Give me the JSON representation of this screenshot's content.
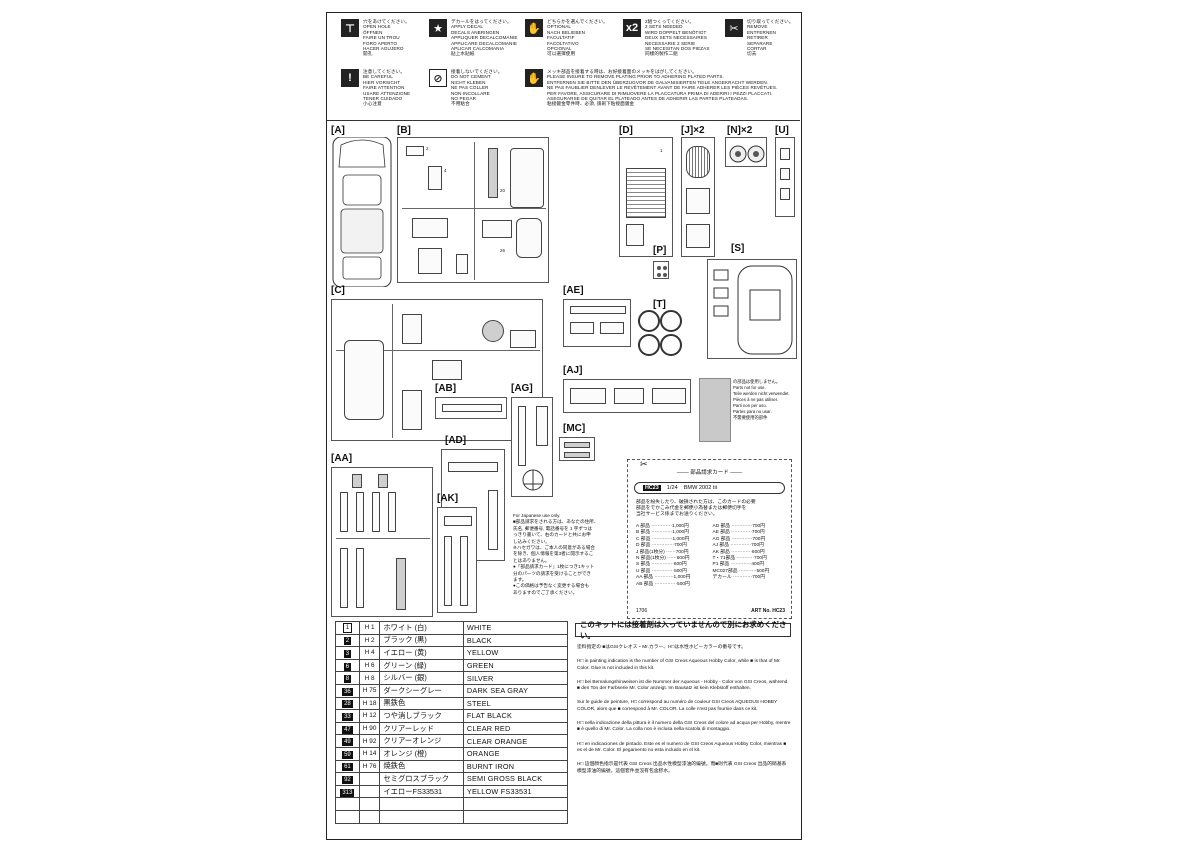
{
  "legend": [
    {
      "icon": "drill-icon",
      "glyph": "⊤",
      "lines": [
        "穴をあけてください。",
        "OPEN HOLE",
        "ÖFFNEN",
        "FAIRE UN TROU",
        "FORO APERTO",
        "HACER AGUJERO",
        "開孔"
      ]
    },
    {
      "icon": "decal-star-icon",
      "glyph": "★",
      "lines": [
        "デカールをはってください。",
        "APPLY DECAL",
        "DECALS ANBRINGEN",
        "APPLIQUER DECALCOMANIE",
        "APPLICARE DECALCOMANIE",
        "APLICAR CALCOMANIA",
        "貼上水貼紙"
      ]
    },
    {
      "icon": "optional-icon",
      "glyph": "✋",
      "lines": [
        "どちらかを選んでください。",
        "OPTIONAL",
        "NACH BELIEBEN",
        "FACULTATIF",
        "FACOLTATIVO",
        "OPCIONAL",
        "可以選擇使用"
      ]
    },
    {
      "icon": "x2-icon",
      "glyph": "x2",
      "lines": [
        "2組つくってください。",
        "2 SETS NEEDED",
        "WIRD DOPPELT BENÖTIGT",
        "DEUX SETS NECESSAIRES",
        "NECESSARIE 2 SERIE",
        "SE NECESITAN DOS PIEZAS",
        "同樣的製作二組"
      ]
    },
    {
      "icon": "cut-icon",
      "glyph": "✂",
      "lines": [
        "切り取ってください。",
        "REMOVE",
        "ENTFERNEN",
        "RETIRER",
        "SEPARARE",
        "CORTAR",
        "切去"
      ]
    },
    {
      "icon": "careful-icon",
      "glyph": "!",
      "lines": [
        "注意してください。",
        "BE CAREFUL",
        "HIER VORSICHT",
        "FAIRE ATTENTION",
        "USARE ATTENZIONE",
        "TENER CUIDADO",
        "小心注意"
      ]
    },
    {
      "icon": "no-cement-icon",
      "glyph": "⊘",
      "lines": [
        "接着しないでください。",
        "DO NOT CEMENT",
        "NICHT KLEBEN",
        "NE PAS COLLER",
        "NON INCOLLARE",
        "NO PEGAR",
        "不用粘合"
      ]
    },
    {
      "icon": "plating-icon",
      "glyph": "✋",
      "lines": [
        "メッキ部品を接着する時は、お好接着面のメッキをはがしてください。",
        "PLEASE INSURE TO REMOVE PLATING PRIOR TO ADHERING PLATED PARTS.",
        "ENTFERNEN SIE BITTE DEN ÜBERZUGVOR DE GALVANISIERTEN TEILE ANGEKRACHT WERDEN.",
        "NE PAS FAUBLIER DENLEVER LE REVÊTEMENT AVANT DE FAIRE ADHERER LES PIÈCES REVÊTUES.",
        "PER FAVORE, ASSICURARE DI RIMUOVERE LA PLACCATURA PRIMA DI ADERIRI I PEZZI PLACCATI.",
        "ASEGURARSE DE QUITAR EL PLATEADO ANTES DE ADHERIR LAS PARTES PLATEADAS.",
        "粘接鍍金零件時、必須, 請剝下粘接面鍍金"
      ]
    }
  ],
  "trees": {
    "A": "[A]",
    "B": "[B]",
    "D": "[D]",
    "J": "[J]×2",
    "N": "[N]×2",
    "U": "[U]",
    "C": "[C]",
    "AE": "[AE]",
    "P": "[P]",
    "S": "[S]",
    "T": "[T]",
    "AJ": "[AJ]",
    "AB": "[AB]",
    "AG": "[AG]",
    "MC": "[MC]",
    "AD": "[AD]",
    "AA": "[AA]",
    "AK": "[AK]"
  },
  "not_used": [
    "の部品は使用しません。",
    "Parts not for use.",
    "Teile werden nicht verwendet.",
    "Pièces à ne pas utiliser.",
    "Parti non per uso.",
    "Partes para no usar.",
    "不需要使用的部件"
  ],
  "japanese_note": {
    "heading": "For Japanese use only.",
    "lines": [
      "■部品請求をされる方は、あなたの住所、",
      "氏名, 郵便番号, 電話番号を 1 字ずつは",
      "っきり書いて、右のカードと共にお申",
      "し込みください。",
      "※ハセガワは、ご本人の同意がある場合",
      "を除き、個人情報を第3者に開示するこ",
      "とはありません。",
      "●「部品請求カード」1枚につき1キット",
      "分のパーツの請求を受けることができ",
      "ます。",
      "●この価格は予告なく変更する場合も",
      "ありますのでご了承ください。"
    ]
  },
  "card": {
    "title": "─── 部品請求カード ───",
    "code": "HC23",
    "scale": "1/24",
    "model": "BMW 2002 tii",
    "intro": [
      "部品を紛失したり、破損された方は、このカードの必要",
      "部品をでかこみ代金を郵便小為替または郵便切手を",
      "当社サービス係までお送りください。"
    ],
    "prices": [
      "A 部品 ·············1,000円",
      "AD 部品 ·············700円",
      "B 部品 ·············1,000円",
      "AE 部品 ·············700円",
      "C 部品 ·············1,000円",
      "AG 部品 ·············700円",
      "D 部品 ··············700円",
      "AJ 部品 ·············700円",
      "J 部品(1枚分) ······700円",
      "AK 部品 ·············600円",
      "N 部品(1枚分) ······600円",
      "T・71部品 ···········700円",
      "S 部品 ··············600円",
      "P1 部品 ·············400円",
      "U 部品 ··············500円",
      "MC027部品 ···········500円",
      "AA 部品 ············1,000円",
      "デカール ············700円",
      "AB 部品 ··············500円",
      ""
    ],
    "date": "1706",
    "art_no": "ART No. HC23"
  },
  "paints": [
    {
      "no": "1",
      "h": "H 1",
      "jp": "ホワイト (白)",
      "en": "WHITE",
      "outline": true
    },
    {
      "no": "2",
      "h": "H 2",
      "jp": "ブラック (黒)",
      "en": "BLACK",
      "outline": false
    },
    {
      "no": "3",
      "h": "H 4",
      "jp": "イエロー (黄)",
      "en": "YELLOW",
      "outline": false
    },
    {
      "no": "6",
      "h": "H 6",
      "jp": "グリーン (緑)",
      "en": "GREEN",
      "outline": false
    },
    {
      "no": "8",
      "h": "H 8",
      "jp": "シルバー (銀)",
      "en": "SILVER",
      "outline": false
    },
    {
      "no": "36",
      "h": "H 75",
      "jp": "ダークシーグレー",
      "en": "DARK SEA GRAY",
      "outline": false
    },
    {
      "no": "28",
      "h": "H 18",
      "jp": "黒鉄色",
      "en": "STEEL",
      "outline": false
    },
    {
      "no": "33",
      "h": "H 12",
      "jp": "つや消しブラック",
      "en": "FLAT BLACK",
      "outline": false
    },
    {
      "no": "47",
      "h": "H 90",
      "jp": "クリアーレッド",
      "en": "CLEAR RED",
      "outline": false
    },
    {
      "no": "49",
      "h": "H 92",
      "jp": "クリアーオレンジ",
      "en": "CLEAR ORANGE",
      "outline": false
    },
    {
      "no": "59",
      "h": "H 14",
      "jp": "オレンジ (橙)",
      "en": "ORANGE",
      "outline": false
    },
    {
      "no": "61",
      "h": "H 76",
      "jp": "焼鉄色",
      "en": "BURNT IRON",
      "outline": false
    },
    {
      "no": "92",
      "h": "",
      "jp": "セミグロスブラック",
      "en": "SEMI GROSS BLACK",
      "outline": false
    },
    {
      "no": "313",
      "h": "",
      "jp": "イエローFS33531",
      "en": "YELLOW FS33531",
      "outline": false
    },
    {
      "no": "",
      "h": "",
      "jp": "",
      "en": "",
      "outline": false
    },
    {
      "no": "",
      "h": "",
      "jp": "",
      "en": "",
      "outline": false
    }
  ],
  "notice": "このキットには接着剤は入っていませんので別にお求めください。",
  "paragraphs": [
    "塗料指定の ■はGSIクレオス・Mr.カラー、H□は水性ホビーカラーの番号です。",
    "H□ in painting indication is the number of GSI Creos Aqueous Hobby Color, while ■ is that of Mr. Color. Glue is not included in this kit.",
    "H□ bei Bemalungshinweisen ist die Nummer der Aqueous - Hobby - Color von GSI Creos, während ■ den Ton der Farbserie Mr. Color anzeigt. Im Bausatz ist kein Klebstoff enthalten.",
    "Sur le guide de peinture, H□ correspond au numéro de couleur GSI Creos AQUEOUS HOBBY COLOR, alors que ■ correspond à Mr. COLOR. La colle n'est pas fournie dans ce kit.",
    "H□ nella indicazione della pittura è il numero della GSI Creos del colore ad acqua per Hobby, mentre ■ è quello di Mr. Color. La colla non è inclusa nella scatola di montaggio.",
    "H□ en indicaciones de pintado. Este es el numero de GSI Creos Aqueous Hobby Color, mientras ■ es el de Mr. Color. El pegamento no esta incluido en el kit.",
    "H□ 這個顏色指示是代表 GSI Creos 出品水性模型漆油的編號。而■則代表 GSI Creos 出品的硝基系模型漆油的編號，這個套件並沒有包含膠水。"
  ]
}
